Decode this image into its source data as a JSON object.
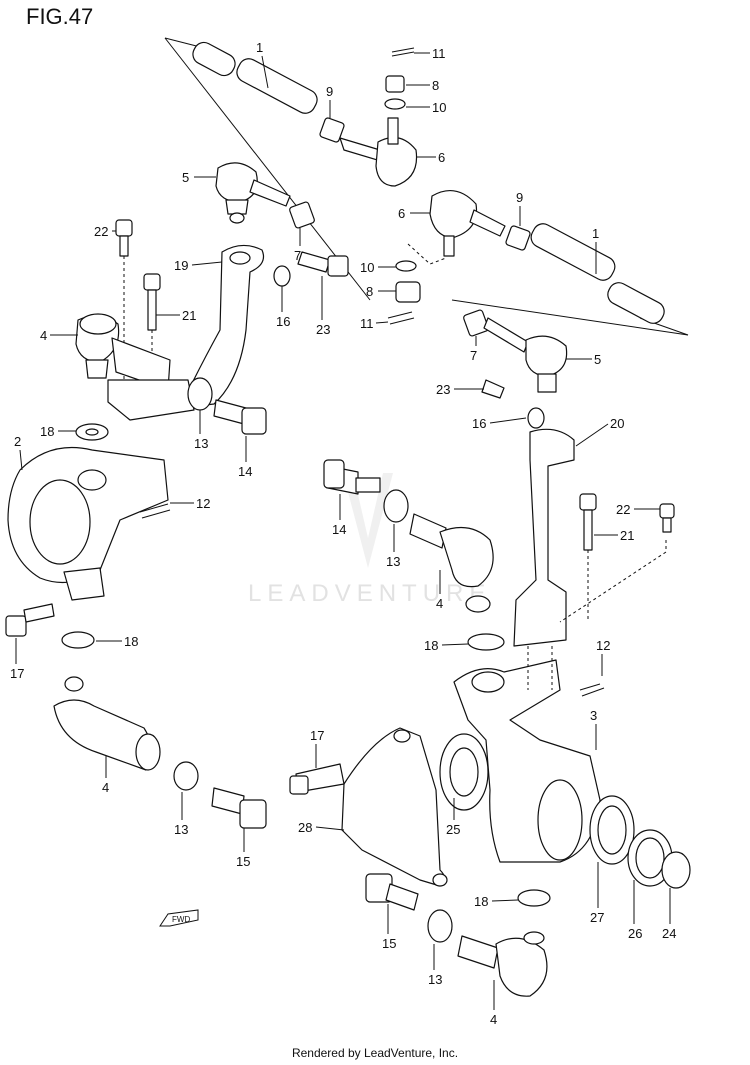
{
  "figure": {
    "title": "FIG.47",
    "footer": "Rendered by LeadVenture, Inc.",
    "watermark": "LEADVENTURE",
    "fwd_label": "FWD"
  },
  "callouts": [
    {
      "id": "c1a",
      "text": "1"
    },
    {
      "id": "c11a",
      "text": "11"
    },
    {
      "id": "c8a",
      "text": "8"
    },
    {
      "id": "c9a",
      "text": "9"
    },
    {
      "id": "c10a",
      "text": "10"
    },
    {
      "id": "c6a",
      "text": "6"
    },
    {
      "id": "c5a",
      "text": "5"
    },
    {
      "id": "c6b",
      "text": "6"
    },
    {
      "id": "c9b",
      "text": "9"
    },
    {
      "id": "c1b",
      "text": "1"
    },
    {
      "id": "c22a",
      "text": "22"
    },
    {
      "id": "c7a",
      "text": "7"
    },
    {
      "id": "c19",
      "text": "19"
    },
    {
      "id": "c10b",
      "text": "10"
    },
    {
      "id": "c8b",
      "text": "8"
    },
    {
      "id": "c21a",
      "text": "21"
    },
    {
      "id": "c16a",
      "text": "16"
    },
    {
      "id": "c23a",
      "text": "23"
    },
    {
      "id": "c11b",
      "text": "11"
    },
    {
      "id": "c4a",
      "text": "4"
    },
    {
      "id": "c7b",
      "text": "7"
    },
    {
      "id": "c5b",
      "text": "5"
    },
    {
      "id": "c23b",
      "text": "23"
    },
    {
      "id": "c18a",
      "text": "18"
    },
    {
      "id": "c13a",
      "text": "13"
    },
    {
      "id": "c16b",
      "text": "16"
    },
    {
      "id": "c20",
      "text": "20"
    },
    {
      "id": "c2",
      "text": "2"
    },
    {
      "id": "c14a",
      "text": "14"
    },
    {
      "id": "c12a",
      "text": "12"
    },
    {
      "id": "c14b",
      "text": "14"
    },
    {
      "id": "c22b",
      "text": "22"
    },
    {
      "id": "c13b",
      "text": "13"
    },
    {
      "id": "c21b",
      "text": "21"
    },
    {
      "id": "c4b",
      "text": "4"
    },
    {
      "id": "c17a",
      "text": "17"
    },
    {
      "id": "c18b",
      "text": "18"
    },
    {
      "id": "c18c",
      "text": "18"
    },
    {
      "id": "c12b",
      "text": "12"
    },
    {
      "id": "c3",
      "text": "3"
    },
    {
      "id": "c4c",
      "text": "4"
    },
    {
      "id": "c17b",
      "text": "17"
    },
    {
      "id": "c13c",
      "text": "13"
    },
    {
      "id": "c15a",
      "text": "15"
    },
    {
      "id": "c28",
      "text": "28"
    },
    {
      "id": "c25",
      "text": "25"
    },
    {
      "id": "c18d",
      "text": "18"
    },
    {
      "id": "c27",
      "text": "27"
    },
    {
      "id": "c26",
      "text": "26"
    },
    {
      "id": "c24",
      "text": "24"
    },
    {
      "id": "c15b",
      "text": "15"
    },
    {
      "id": "c13d",
      "text": "13"
    },
    {
      "id": "c4d",
      "text": "4"
    }
  ]
}
